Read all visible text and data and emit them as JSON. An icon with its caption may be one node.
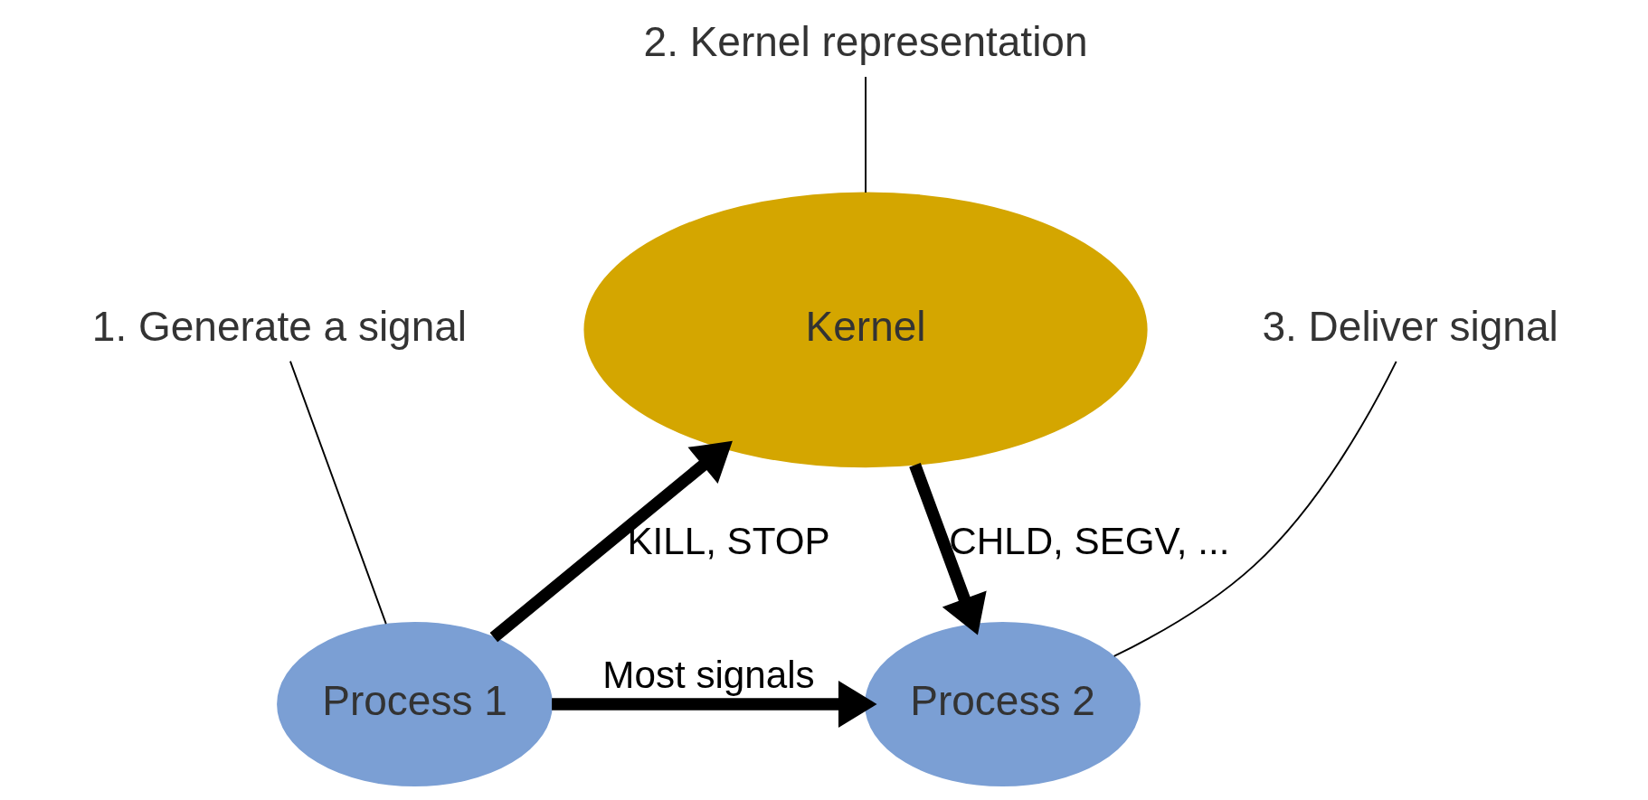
{
  "diagram": {
    "nodes": [
      {
        "text": [
          "Kernel"
        ]
      },
      {
        "text": [
          "Process 1"
        ]
      },
      {
        "text": [
          "Process 2"
        ]
      },
      {
        "text": [
          "1. Generate a signal"
        ]
      },
      {
        "text": [
          "2. Kernel representation"
        ]
      },
      {
        "text": [
          "3. Deliver signal"
        ]
      }
    ],
    "edges": [
      {
        "from": 1,
        "to": 2,
        "arrow": "to",
        "label": "Most signals",
        "style": "thick"
      },
      {
        "from": 1,
        "to": 0,
        "arrow": "to",
        "label": "KILL, STOP",
        "style": "thick"
      },
      {
        "from": 0,
        "to": 2,
        "arrow": "to",
        "label": "CHLD, SEGV, ...",
        "style": "thick"
      },
      {
        "from": 3,
        "to": 1,
        "arrow": "none"
      },
      {
        "from": 4,
        "to": 0,
        "arrow": "none"
      },
      {
        "from": 5,
        "to": 2,
        "arrow": "none"
      }
    ]
  }
}
